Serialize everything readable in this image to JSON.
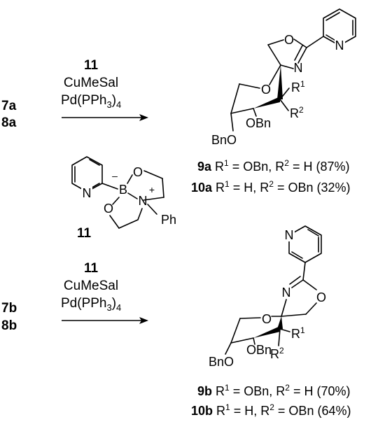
{
  "reaction1": {
    "reactants": [
      "7a",
      "8a"
    ],
    "conditions": {
      "reagent": "11",
      "catalyst1": "CuMeSal",
      "catalyst2_base": "Pd(PPh",
      "catalyst2_sub": "3",
      "catalyst2_close": ")",
      "catalyst2_tail": "4"
    },
    "product_labels": {
      "r1": "R",
      "r1_sup": "1",
      "r2": "R",
      "r2_sup": "2",
      "obn_a": "OBn",
      "obn_b": "BnO"
    },
    "atoms": {
      "o_ring": "O",
      "n_ring": "N",
      "o_furanose": "O",
      "n_pyridine": "N"
    },
    "products": [
      {
        "id": "9a",
        "text1": " R",
        "sup1": "1",
        "text2": " = OBn, R",
        "sup2": "2",
        "text3": " = H (87%)"
      },
      {
        "id": "10a",
        "text1": " R",
        "sup1": "1",
        "text2": " = H, R",
        "sup2": "2",
        "text3": " = OBn (32%)"
      }
    ]
  },
  "reagent11": {
    "label": "11",
    "atoms": {
      "n_pyr": "N",
      "boron": "B",
      "o_top": "O",
      "o_left": "O",
      "n_amine": "N",
      "phenyl": "Ph"
    },
    "charges": {
      "minus": "–",
      "plus": "+"
    }
  },
  "reaction2": {
    "reactants": [
      "7b",
      "8b"
    ],
    "conditions": {
      "reagent": "11",
      "catalyst1": "CuMeSal",
      "catalyst2_base": "Pd(PPh",
      "catalyst2_sub": "3",
      "catalyst2_close": ")",
      "catalyst2_tail": "4"
    },
    "product_labels": {
      "r1": "R",
      "r1_sup": "1",
      "r2": "R",
      "r2_sup": "2",
      "obn_a": "OBn",
      "obn_b": "BnO"
    },
    "atoms": {
      "o_ring": "O",
      "n_ring": "N",
      "o_furanose": "O",
      "n_pyridine": "N"
    },
    "products": [
      {
        "id": "9b",
        "text1": " R",
        "sup1": "1",
        "text2": " = OBn, R",
        "sup2": "2",
        "text3": " = H (70%)"
      },
      {
        "id": "10b",
        "text1": " R",
        "sup1": "1",
        "text2": " = H, R",
        "sup2": "2",
        "text3": " = OBn (64%)"
      }
    ]
  }
}
